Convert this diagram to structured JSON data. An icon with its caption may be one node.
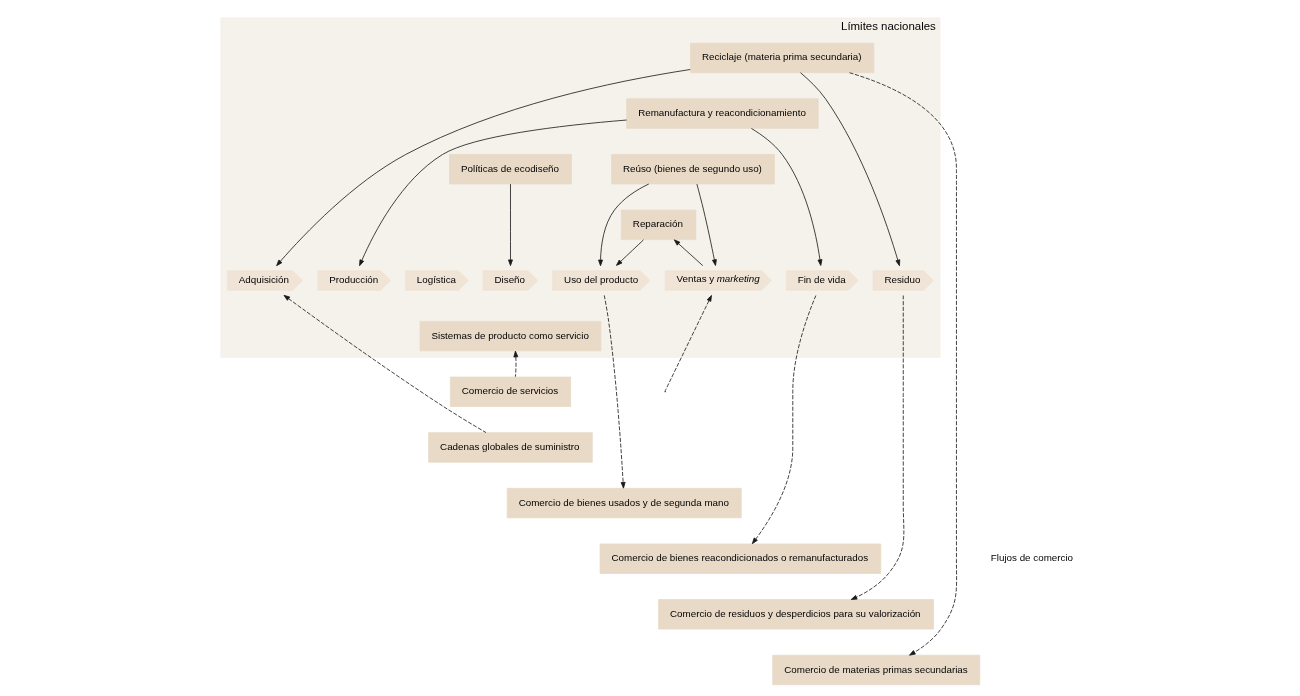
{
  "diagram": {
    "nodes": [
      {
        "text": [
          "Límites nacionales"
        ]
      },
      {
        "text": [
          "Reciclaje (materia prima secundaria)"
        ],
        "in": 0
      },
      {
        "text": [
          "Remanufactura y reacondicionamiento"
        ],
        "in": 0
      },
      {
        "text": [
          "Reúso (bienes de segundo uso)"
        ],
        "in": 0
      },
      {
        "text": [
          "Políticas de ecodiseño"
        ],
        "in": 0
      },
      {
        "text": [
          "Reparación"
        ],
        "in": 0
      },
      {
        "text": [
          "Diseño"
        ],
        "in": 0
      },
      {
        "text": [
          "Adquisición"
        ],
        "in": 0
      },
      {
        "text": [
          "Producción"
        ],
        "in": 0
      },
      {
        "text": [
          "Logística"
        ],
        "in": 0
      },
      {
        "text": [
          "Ventas y *marketing*"
        ],
        "in": 0
      },
      {
        "text": [
          "Uso del producto"
        ],
        "in": 0
      },
      {
        "text": [
          "Fin de vida"
        ],
        "in": 0
      },
      {
        "text": [
          "Residuo"
        ],
        "in": 0
      },
      {
        "text": [
          "Sistemas de producto como servicio"
        ],
        "in": 0
      },
      {
        "text": [
          "Comercio de servicios"
        ]
      },
      {
        "text": [
          "Cadenas globales de suministro"
        ]
      },
      {
        "text": [
          "Comercio de bienes usados y de segunda mano"
        ]
      },
      {
        "text": [
          "Comercio de bienes reacondicionados o remanufacturados"
        ]
      },
      {
        "text": [
          "Comercio de residuos y desperdicios para su valorización"
        ]
      },
      {
        "text": [
          "Comercio de materias primas secundarias"
        ]
      }
    ],
    "edges": [
      {
        "from": 1,
        "to": 7,
        "arrow": "to"
      },
      {
        "from": 1,
        "to": 13,
        "arrow": "to"
      },
      {
        "from": 1,
        "to": 20,
        "arrow": "to",
        "style": "dashed"
      },
      {
        "from": 2,
        "to": 8,
        "arrow": "to"
      },
      {
        "from": 2,
        "to": 12,
        "arrow": "to"
      },
      {
        "from": 3,
        "to": 10,
        "arrow": "to"
      },
      {
        "from": 3,
        "to": 11,
        "arrow": "to"
      },
      {
        "from": 10,
        "to": 5,
        "arrow": "to"
      },
      {
        "from": 5,
        "to": 11,
        "arrow": "to"
      },
      {
        "from": 4,
        "to": 6,
        "arrow": "to"
      },
      {
        "from": 15,
        "to": 14,
        "arrow": "to",
        "style": "dashed"
      },
      {
        "from": null,
        "to": 10,
        "arrow": "to",
        "style": "dashed"
      },
      {
        "from": 16,
        "to": 7,
        "arrow": "to",
        "style": "dashed"
      },
      {
        "from": 11,
        "to": 17,
        "arrow": "to",
        "style": "dashed"
      },
      {
        "from": 12,
        "to": 18,
        "arrow": "to",
        "style": "dashed"
      },
      {
        "from": 13,
        "to": 19,
        "arrow": "to",
        "style": "dashed"
      }
    ],
    "labels": [
      "Flujos de comercio"
    ]
  }
}
